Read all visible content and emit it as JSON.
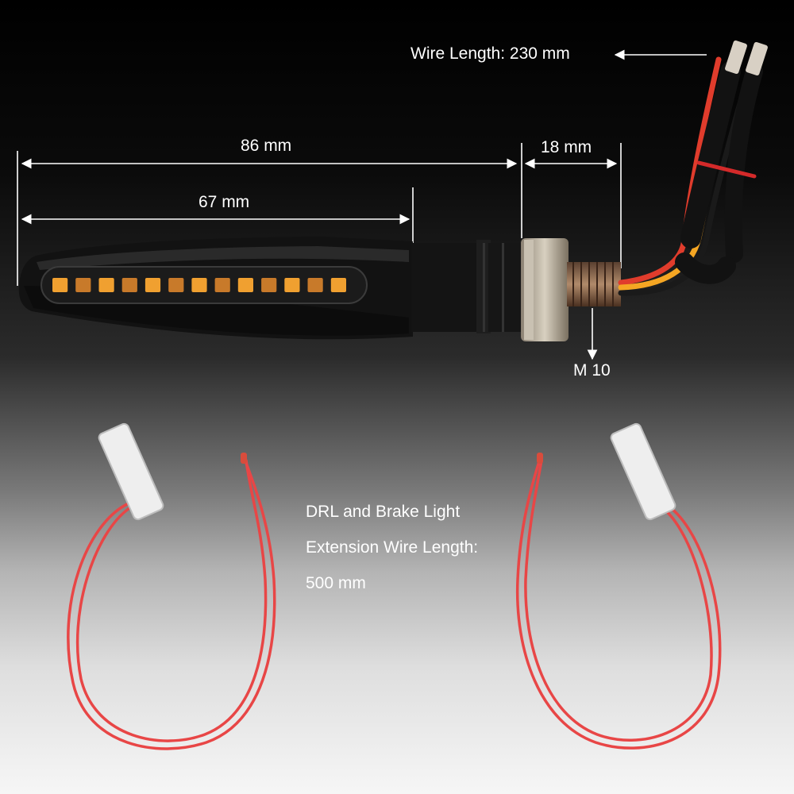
{
  "labels": {
    "wire_length": "Wire Length: 230 mm",
    "total_length": "86 mm",
    "lens_length": "67 mm",
    "thread_length": "18 mm",
    "thread_size": "M 10"
  },
  "extension": {
    "line1": "DRL and Brake Light",
    "line2": "Extension Wire Length:",
    "line3": "500 mm"
  },
  "colors": {
    "led_amber": "#f0a030",
    "wire_red": "#e83a3a",
    "wire_orange": "#f5a623",
    "housing": "#111111"
  },
  "led_count": 13
}
